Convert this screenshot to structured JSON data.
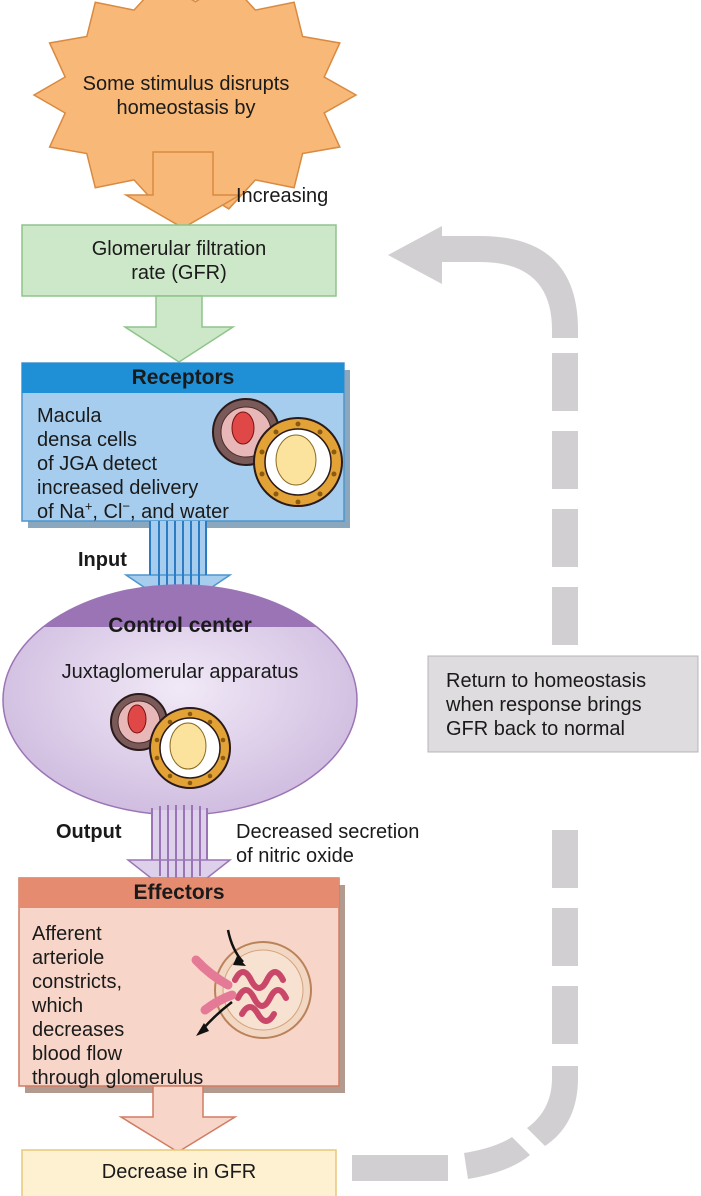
{
  "stimulus": {
    "line1": "Some stimulus disrupts",
    "line2": "homeostasis by"
  },
  "increasing_label": "Increasing",
  "variable": {
    "line1": "Glomerular filtration",
    "line2": "rate (GFR)"
  },
  "receptors": {
    "header": "Receptors",
    "lines": [
      "Macula",
      "densa cells",
      "of JGA detect",
      "increased delivery"
    ],
    "last_line": {
      "pre": "of Na",
      "sup1": "+",
      "mid": ", Cl",
      "sup2": "−",
      "post": ", and water"
    }
  },
  "input_label": "Input",
  "control_center": {
    "header": "Control center",
    "body": "Juxtaglomerular apparatus"
  },
  "output_label": "Output",
  "output_signal": {
    "line1": "Decreased secretion",
    "line2": "of nitric oxide"
  },
  "effectors": {
    "header": "Effectors",
    "lines": [
      "Afferent",
      "arteriole",
      "constricts,",
      "which",
      "decreases",
      "blood flow",
      "through glomerulus"
    ]
  },
  "response": "Decrease in GFR",
  "return_box": {
    "line1": "Return to homeostasis",
    "line2": "when response brings",
    "line3": "GFR back to normal"
  },
  "colors": {
    "stimulus": "#f7b878",
    "variable": "#cde8c9",
    "receptors_header": "#1f8fd6",
    "receptors_body": "#a6cdee",
    "control_header": "#9b74b6",
    "control_body": "#ddd0ea",
    "effectors_header": "#e58c70",
    "effectors_body": "#f7d6c9",
    "response": "#fdf1d2",
    "feedback_arrow": "#d2cfd2"
  }
}
